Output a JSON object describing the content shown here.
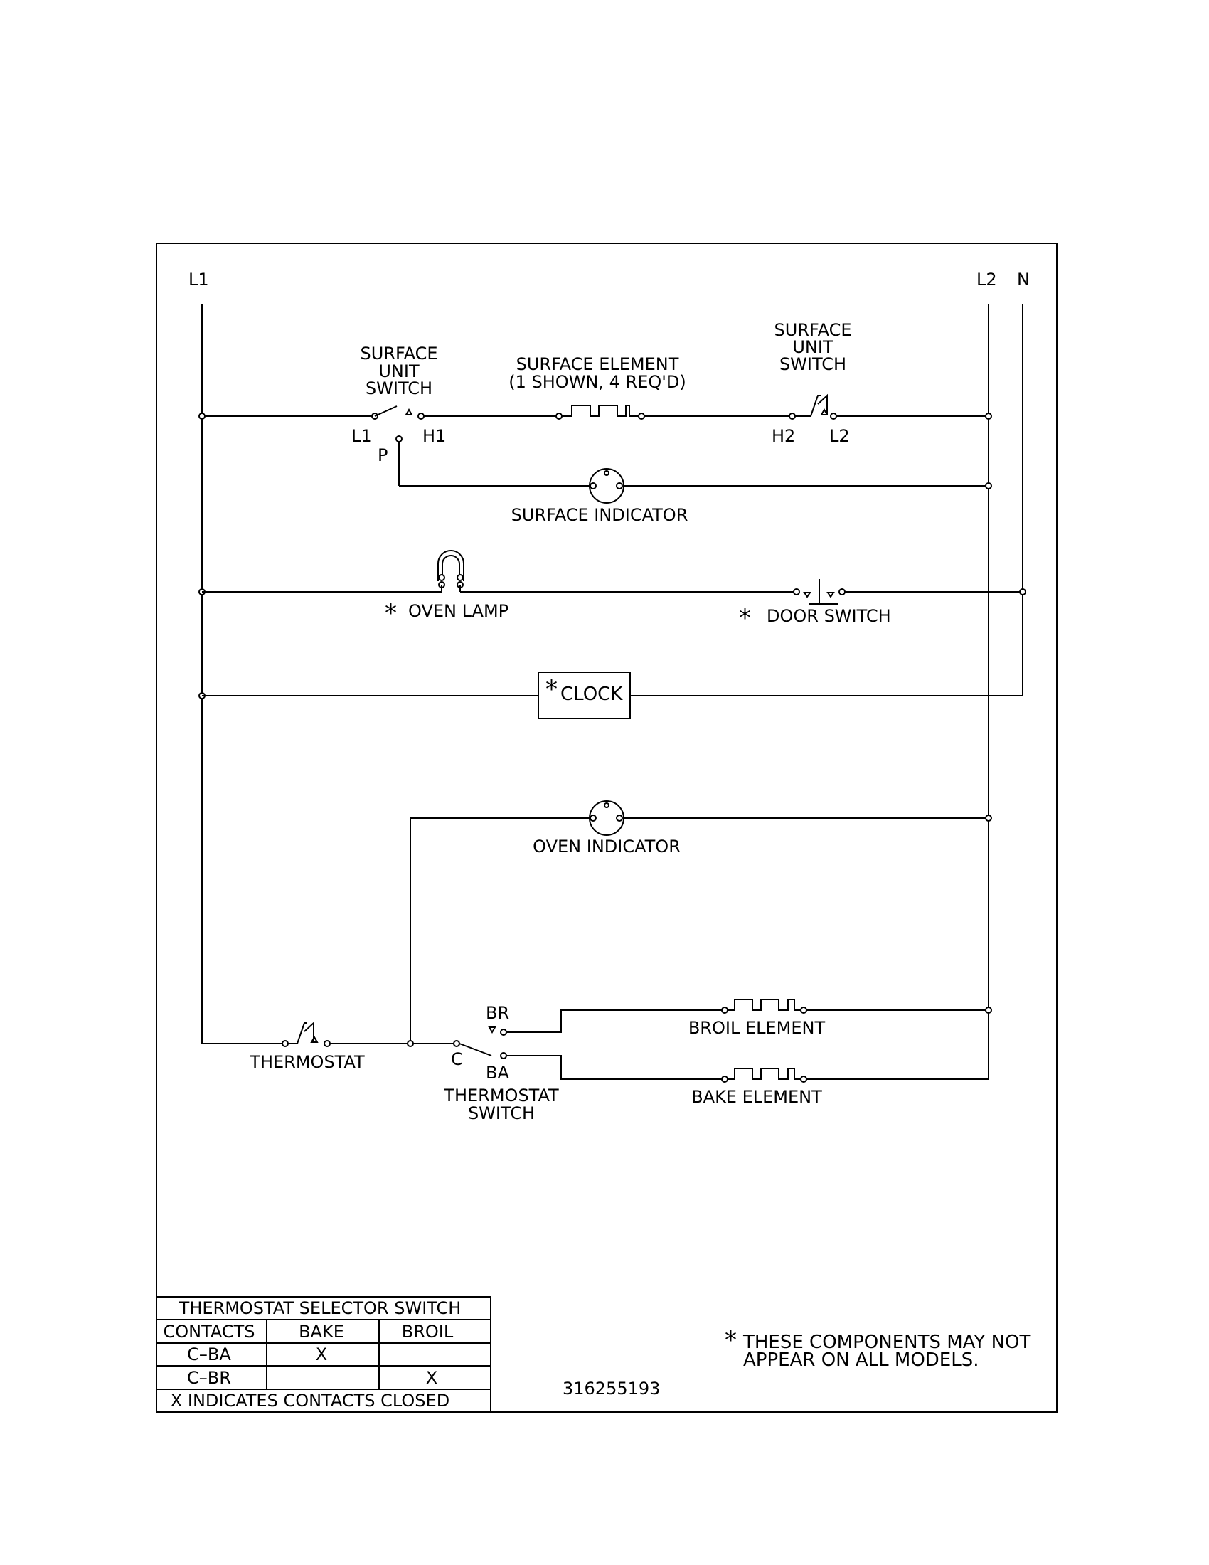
{
  "rails": {
    "l1": "L1",
    "l2": "L2",
    "n": "N"
  },
  "surface_circuit": {
    "left_switch_label": [
      "SURFACE",
      "UNIT",
      "SWITCH"
    ],
    "left_terminal_l1": "L1",
    "left_terminal_h1": "H1",
    "left_terminal_p": "P",
    "element_label": [
      "SURFACE ELEMENT",
      "(1 SHOWN, 4 REQ'D)"
    ],
    "right_switch_label": [
      "SURFACE",
      "UNIT",
      "SWITCH"
    ],
    "right_terminal_h2": "H2",
    "right_terminal_l2": "L2",
    "indicator_label": "SURFACE INDICATOR"
  },
  "lamp_circuit": {
    "oven_lamp_marker": "*",
    "oven_lamp_label": "OVEN LAMP",
    "door_switch_marker": "*",
    "door_switch_label": "DOOR SWITCH"
  },
  "clock": {
    "marker": "*",
    "label": "CLOCK"
  },
  "oven_indicator": {
    "label": "OVEN INDICATOR"
  },
  "oven_circuit": {
    "thermostat_label": "THERMOSTAT",
    "terminal_br": "BR",
    "terminal_c": "C",
    "terminal_ba": "BA",
    "thermostat_switch_label": [
      "THERMOSTAT",
      "SWITCH"
    ],
    "broil_element_label": "BROIL ELEMENT",
    "bake_element_label": "BAKE ELEMENT"
  },
  "selector_table": {
    "title": "THERMOSTAT SELECTOR SWITCH",
    "headers": [
      "CONTACTS",
      "BAKE",
      "BROIL"
    ],
    "rows": [
      [
        "C–BA",
        "X",
        ""
      ],
      [
        "C–BR",
        "",
        "X"
      ]
    ],
    "footer": "X INDICATES CONTACTS CLOSED"
  },
  "note": {
    "marker": "*",
    "lines": [
      "THESE COMPONENTS MAY NOT",
      "APPEAR ON ALL MODELS."
    ]
  },
  "part_number": "316255193"
}
